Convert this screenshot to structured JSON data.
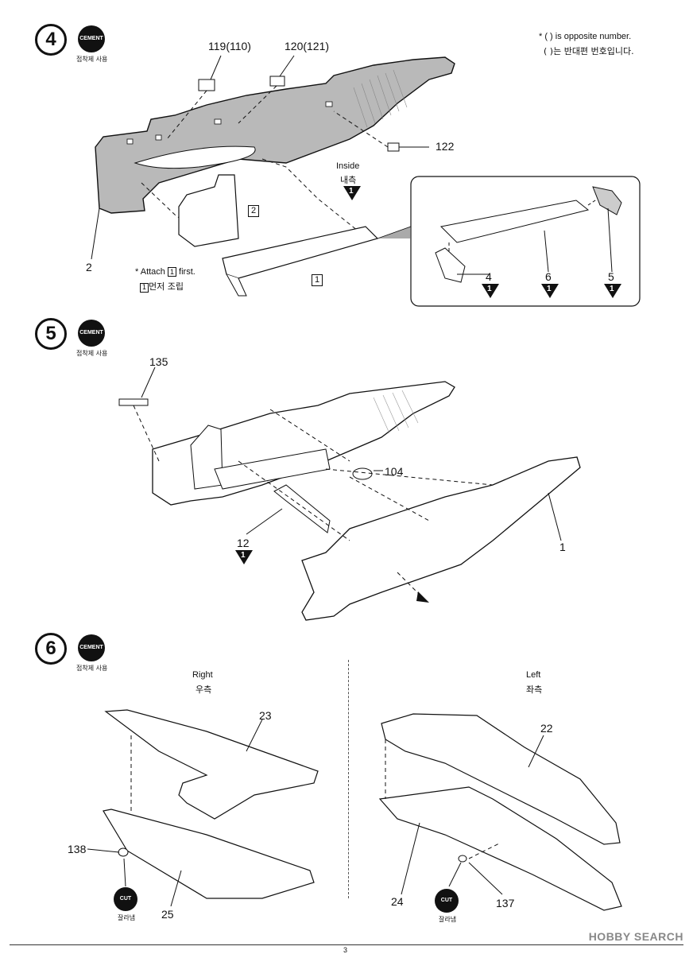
{
  "note": {
    "line1": "* (  ) is opposite number.",
    "line2": "(  )는 반대편 번호입니다."
  },
  "cement_badge": {
    "label": "CEMENT",
    "sub": "접착제 사용"
  },
  "cut_badge": {
    "label": "CUT",
    "sub": "잘라냄"
  },
  "step4": {
    "number": "4",
    "parts": [
      "119(110)",
      "120(121)",
      "122",
      "2",
      "1",
      "4",
      "6",
      "5"
    ],
    "inside_en": "Inside",
    "inside_ko": "내측",
    "attach_en": "* Attach",
    "attach_first": "first.",
    "attach_ko": "먼저 조립",
    "sub_marker": "2",
    "box_marker": "1",
    "tri_marker": "1"
  },
  "step5": {
    "number": "5",
    "parts": [
      "135",
      "104",
      "12",
      "1"
    ],
    "tri_marker": "1"
  },
  "step6": {
    "number": "6",
    "right_en": "Right",
    "right_ko": "우측",
    "left_en": "Left",
    "left_ko": "좌측",
    "parts_right": [
      "23",
      "138",
      "25"
    ],
    "parts_left": [
      "22",
      "24",
      "137"
    ]
  },
  "page_number": "3",
  "watermark": "HOBBY SEARCH"
}
